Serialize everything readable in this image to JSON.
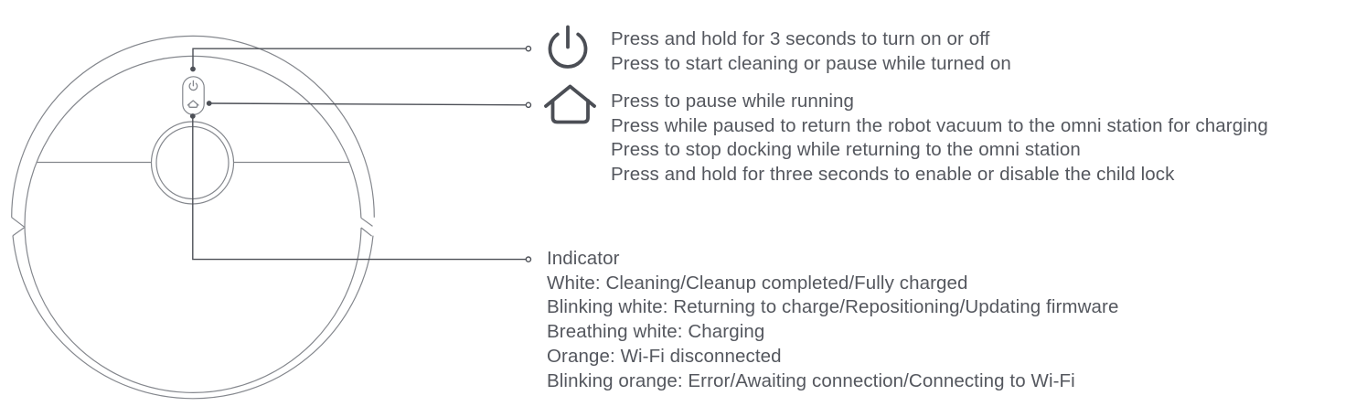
{
  "palette": {
    "background": "#ffffff",
    "drawing_outline": "#84878d",
    "callout_line": "#4d5057",
    "text": "#54575e",
    "icon": "#4b4e55"
  },
  "sections": {
    "power_button": {
      "icon": "power-icon",
      "lines": [
        "Press and hold for 3 seconds to turn on or off",
        "Press to start cleaning or pause while turned on"
      ]
    },
    "home_button": {
      "icon": "home-icon",
      "lines": [
        "Press to pause while running",
        "Press while paused to return the robot vacuum to the omni station for charging",
        "Press to stop docking while returning to the omni station",
        "Press and hold for three seconds to enable or disable the child lock"
      ]
    },
    "indicator": {
      "title": "Indicator",
      "lines": [
        "White: Cleaning/Cleanup completed/Fully charged",
        "Blinking white: Returning to charge/Repositioning/Updating firmware",
        "Breathing white: Charging",
        "Orange: Wi-Fi disconnected",
        "Blinking orange: Error/Awaiting connection/Connecting to Wi-Fi"
      ]
    }
  }
}
